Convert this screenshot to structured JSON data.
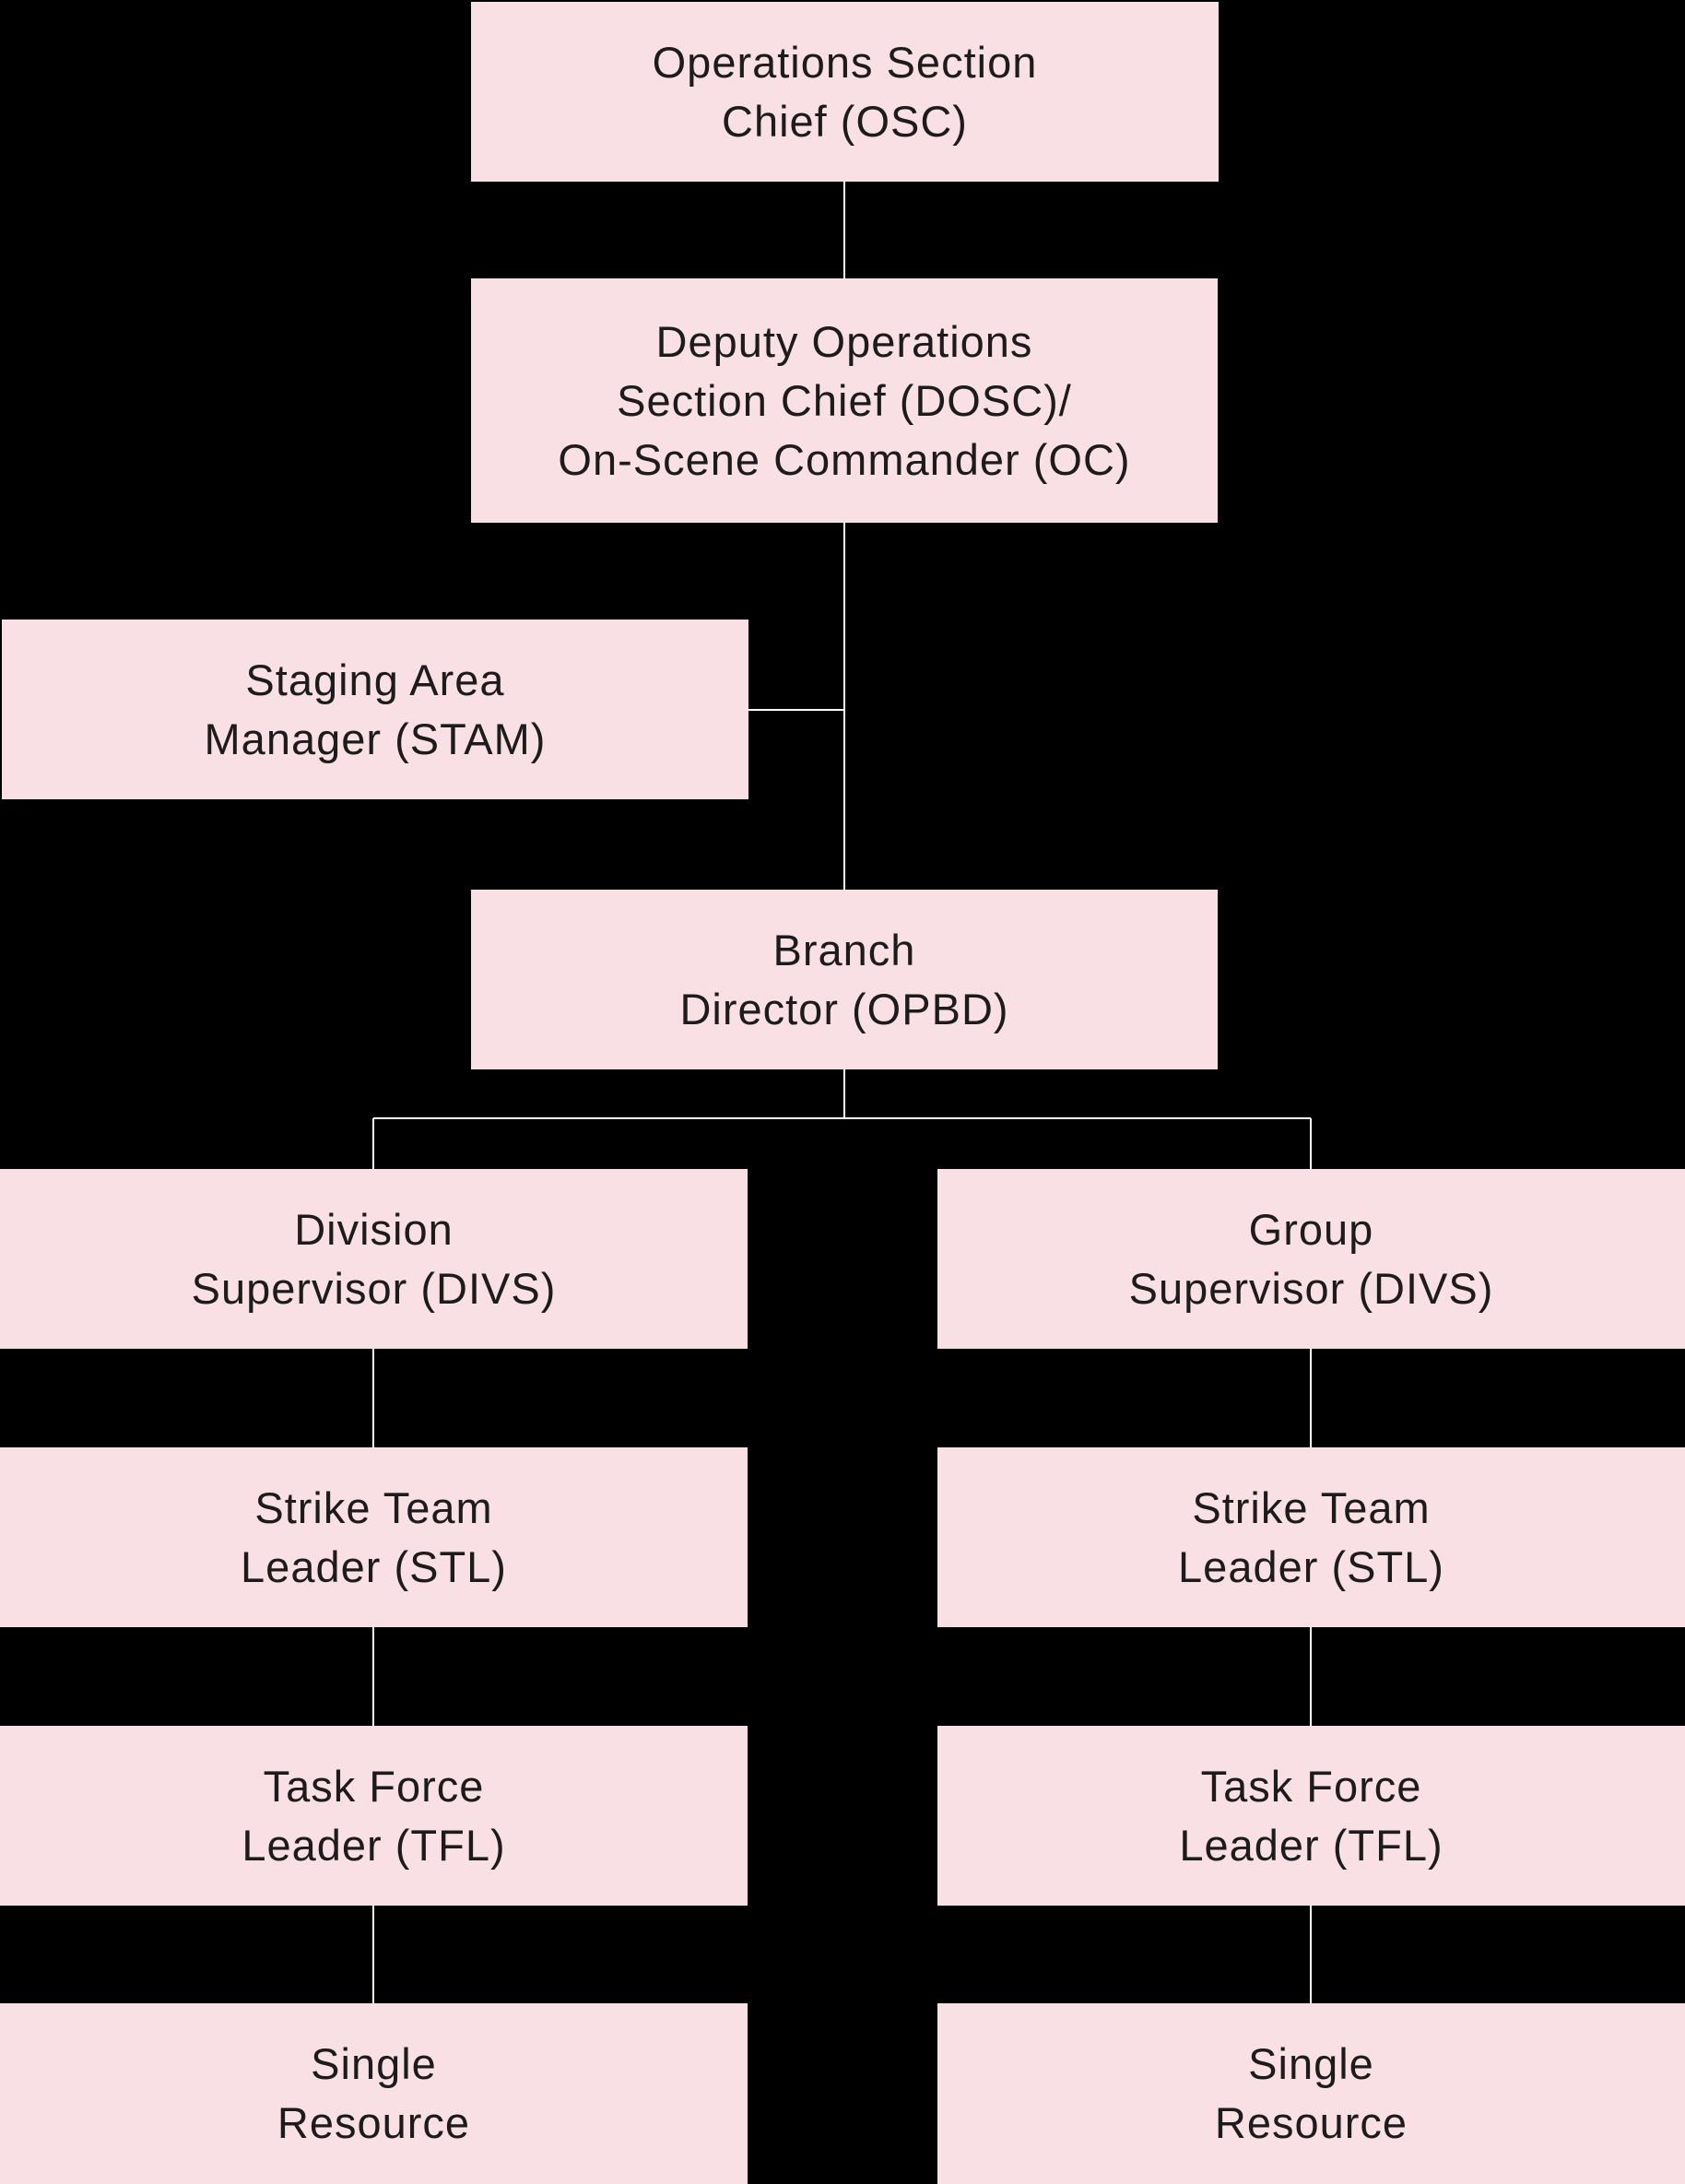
{
  "colors": {
    "background": "#000000",
    "box_fill": "#f9e0e4",
    "box_text": "#1c1c1c",
    "connector": "#ffffff"
  },
  "nodes": {
    "osc": {
      "lines": [
        "Operations Section",
        "Chief (OSC)"
      ]
    },
    "dosc": {
      "lines": [
        "Deputy Operations",
        "Section Chief (DOSC)/",
        "On-Scene Commander (OC)"
      ]
    },
    "stam": {
      "lines": [
        "Staging Area",
        "Manager (STAM)"
      ]
    },
    "opbd": {
      "lines": [
        "Branch",
        "Director (OPBD)"
      ]
    },
    "divs": {
      "lines": [
        "Division",
        "Supervisor (DIVS)"
      ]
    },
    "grps": {
      "lines": [
        "Group",
        "Supervisor (DIVS)"
      ]
    },
    "stl1": {
      "lines": [
        "Strike Team",
        "Leader (STL)"
      ]
    },
    "stl2": {
      "lines": [
        "Strike Team",
        "Leader (STL)"
      ]
    },
    "tfl1": {
      "lines": [
        "Task Force",
        "Leader (TFL)"
      ]
    },
    "tfl2": {
      "lines": [
        "Task Force",
        "Leader (TFL)"
      ]
    },
    "sr1": {
      "lines": [
        "Single",
        "Resource"
      ]
    },
    "sr2": {
      "lines": [
        "Single",
        "Resource"
      ]
    }
  }
}
